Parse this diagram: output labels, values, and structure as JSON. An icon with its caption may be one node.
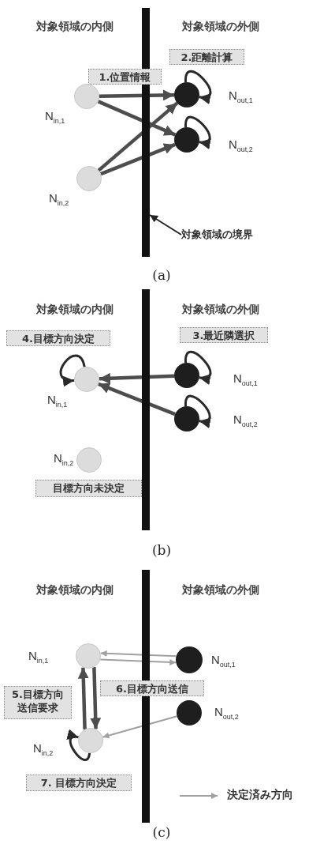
{
  "diagram": {
    "nodes": [
      {
        "text": [],
        "shape": "bar"
      },
      {
        "text": [
          "2.距離計算"
        ]
      },
      {
        "text": [
          "1.位置情報"
        ]
      },
      {
        "text": [],
        "shape": "circle",
        "beside": [
          "N$_{in,1}$"
        ]
      },
      {
        "text": [],
        "shape": "circle",
        "beside": [
          "N$_{out,1}$"
        ]
      },
      {
        "text": [],
        "shape": "circle",
        "beside": [
          "N$_{out,2}$"
        ]
      },
      {
        "text": [],
        "shape": "circle",
        "beside": [
          "N$_{in,2}$"
        ]
      },
      {
        "text": [
          "対象領域の境界"
        ]
      },
      {
        "text": [
          "4.目標方向決定"
        ]
      },
      {
        "text": [
          "3.最近隣選択"
        ]
      },
      {
        "text": [],
        "shape": "circle",
        "beside": [
          "N$_{in,1}$"
        ]
      },
      {
        "text": [],
        "shape": "circle",
        "beside": [
          "N$_{out,1}$"
        ]
      },
      {
        "text": [],
        "shape": "circle",
        "beside": [
          "N$_{out,2}$"
        ]
      },
      {
        "text": [],
        "shape": "circle",
        "beside": [
          "N$_{in,2}$"
        ]
      },
      {
        "text": [
          "目標方向未決定"
        ]
      },
      {
        "text": [],
        "shape": "circle",
        "beside": [
          "N$_{in,1}$"
        ]
      },
      {
        "text": [],
        "shape": "circle",
        "beside": [
          "N$_{out,1}$"
        ]
      },
      {
        "text": [
          "5.目標方向送信要求"
        ]
      },
      {
        "text": [
          "6.目標方向送信"
        ]
      },
      {
        "text": [],
        "shape": "circle",
        "beside": [
          "N$_{out,2}$"
        ]
      },
      {
        "text": [],
        "shape": "circle",
        "beside": [
          "N$_{in,2}$"
        ]
      },
      {
        "text": [
          "7. 目標方向決定"
        ]
      }
    ],
    "edges": [
      {
        "from": 3,
        "to": 4,
        "arrow": "to"
      },
      {
        "from": 3,
        "to": 5,
        "arrow": "to"
      },
      {
        "from": 6,
        "to": 4,
        "arrow": "to"
      },
      {
        "from": 6,
        "to": 5,
        "arrow": "to"
      },
      {
        "from": 4,
        "to": 4,
        "arrow": "to"
      },
      {
        "from": 5,
        "to": 5,
        "arrow": "to"
      },
      {
        "from": 7,
        "to": 0,
        "arrow": "to"
      },
      {
        "from": 10,
        "to": 10,
        "arrow": "to"
      },
      {
        "from": 11,
        "to": 11,
        "arrow": "to"
      },
      {
        "from": 12,
        "to": 12,
        "arrow": "to"
      },
      {
        "from": 11,
        "to": 10,
        "arrow": "to"
      },
      {
        "from": 12,
        "to": 10,
        "arrow": "to"
      },
      {
        "from": 16,
        "to": 15,
        "arrow": "to",
        "color": "#a0a0a0"
      },
      {
        "from": 15,
        "to": 16,
        "arrow": "to",
        "color": "#a0a0a0"
      },
      {
        "from": 20,
        "to": 15,
        "arrow": "to"
      },
      {
        "from": 15,
        "to": 20,
        "arrow": "to"
      },
      {
        "from": 19,
        "to": 20,
        "arrow": "to",
        "color": "#a0a0a0"
      },
      {
        "from": 20,
        "to": 20,
        "arrow": "to"
      }
    ],
    "labels": [
      "対象領域の内側",
      "対象領域の外側",
      "(a)",
      "対象領域の内側",
      "対象領域の外側",
      "(b)",
      "対象領域の内側",
      "対象領域の外側",
      "(c)"
    ],
    "legend": [
      {
        "text": "決定済み方向"
      }
    ]
  }
}
